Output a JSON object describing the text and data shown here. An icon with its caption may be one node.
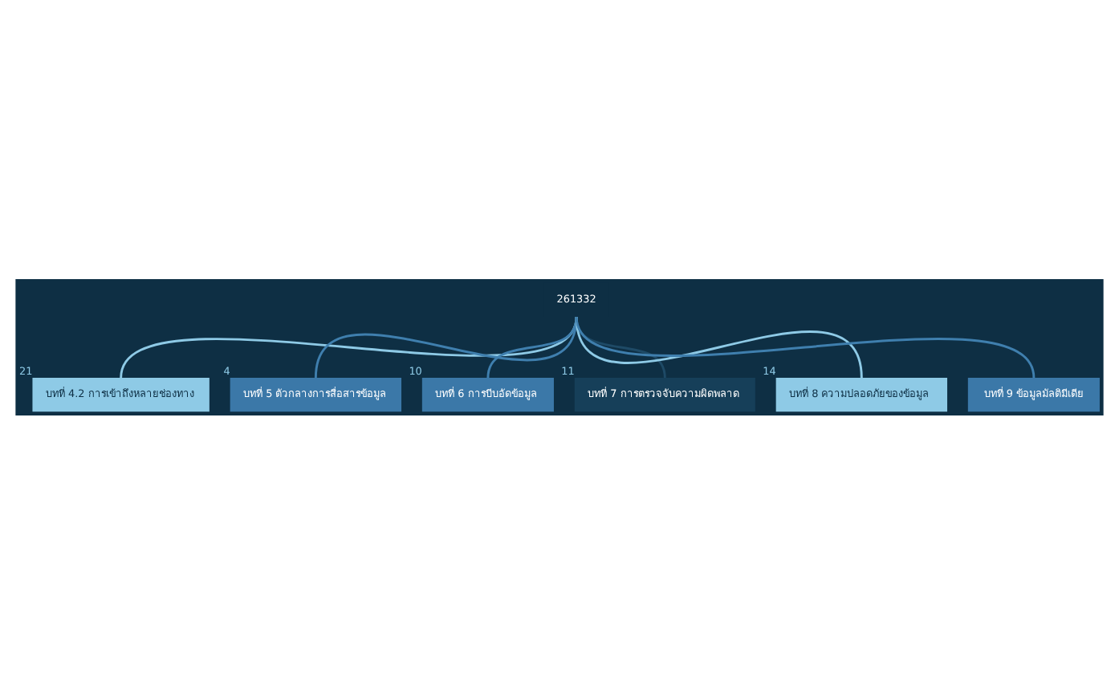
{
  "diagram": {
    "nodes": [
      {
        "text": [
          "261332"
        ]
      },
      {
        "text": [
          "บทที่ 4.2 การเข้าถึงหลายช่องทาง"
        ],
        "beside": [
          "21"
        ]
      },
      {
        "text": [
          "บทที่ 5 ตัวกลางการสื่อสารข้อมูล"
        ],
        "beside": [
          "4"
        ]
      },
      {
        "text": [
          "บทที่ 6 การบีบอัดข้อมูล"
        ],
        "beside": [
          "10"
        ]
      },
      {
        "text": [
          "บทที่ 7 การตรวจจับความผิดพลาด"
        ],
        "beside": [
          "11"
        ]
      },
      {
        "text": [
          "บทที่ 8 ความปลอดภัยของข้อมูล"
        ],
        "beside": [
          "14"
        ]
      },
      {
        "text": [
          "บทที่ 9 ข้อมูลมัลติมีเดีย"
        ]
      }
    ],
    "edges": [
      {
        "from": 0,
        "to": 1,
        "arrow": "none",
        "color": "#8ecae6"
      },
      {
        "from": 0,
        "to": 2,
        "arrow": "none"
      },
      {
        "from": 0,
        "to": 3,
        "arrow": "none"
      },
      {
        "from": 0,
        "to": 4,
        "arrow": "none",
        "color": "#1e4a66"
      },
      {
        "from": 0,
        "to": 5,
        "arrow": "none",
        "color": "#8ecae6"
      },
      {
        "from": 0,
        "to": 6,
        "arrow": "none"
      }
    ]
  }
}
